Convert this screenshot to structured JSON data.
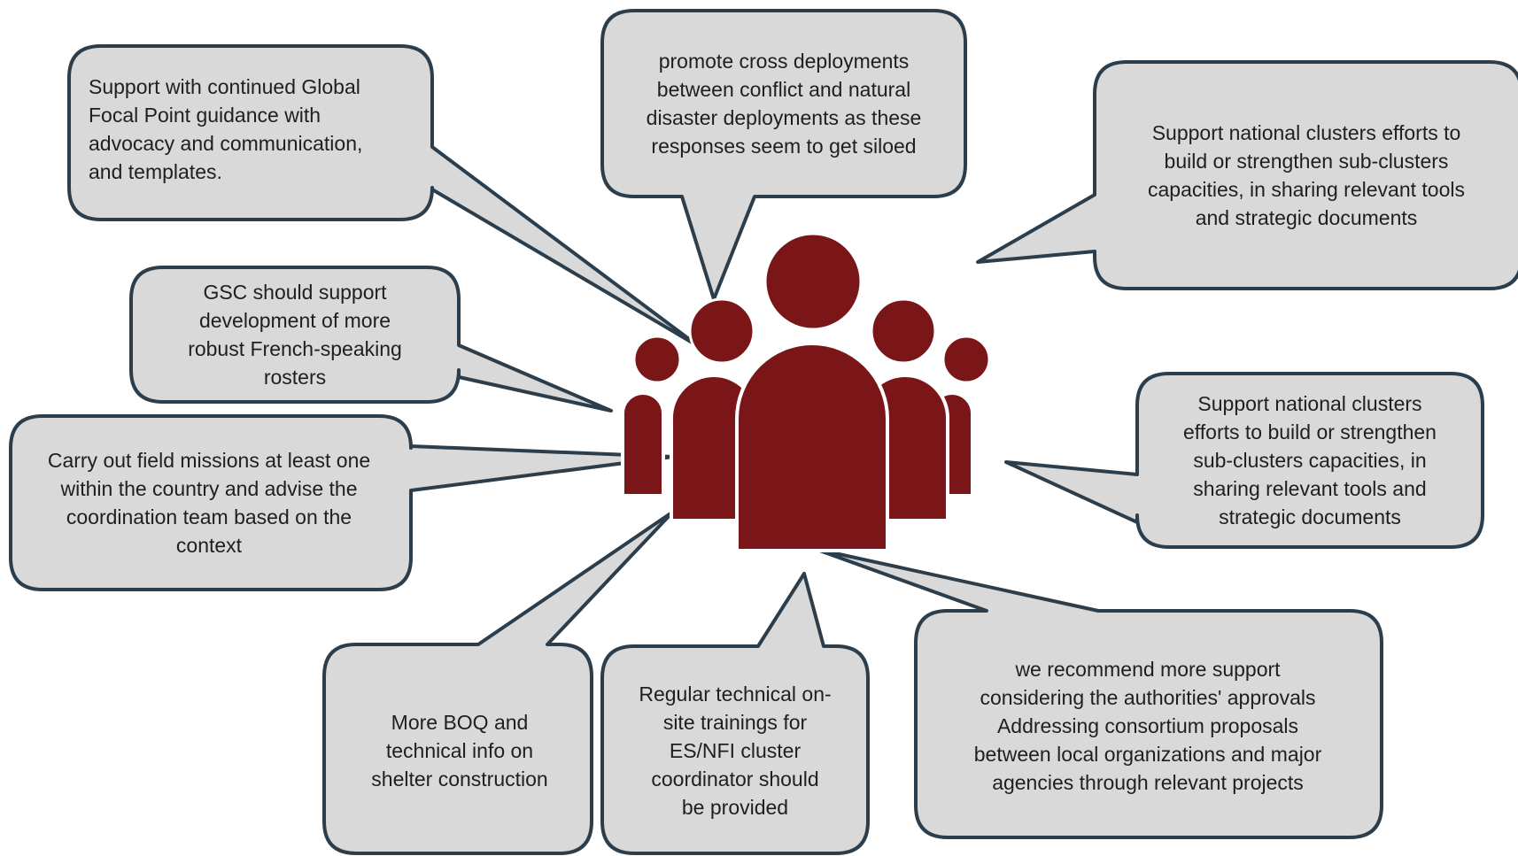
{
  "colors": {
    "bubble_fill": "#d9d9d9",
    "bubble_stroke": "#2c3e4c",
    "people_icon": "#7a1518"
  },
  "center": {
    "icon": "group-of-people-icon"
  },
  "bubbles": [
    {
      "id": "global-focal-point",
      "text": "Support with continued Global\nFocal Point guidance with\nadvocacy and communication,\nand templates."
    },
    {
      "id": "cross-deployments",
      "text": "promote cross deployments\nbetween  conflict and natural\ndisaster deployments as these\nresponses seem to get siloed"
    },
    {
      "id": "national-clusters-top",
      "text": "Support national clusters efforts to\nbuild or strengthen  sub-clusters\ncapacities, in sharing relevant tools\nand strategic documents"
    },
    {
      "id": "french-rosters",
      "text": "GSC should support\ndevelopment  of more\nrobust French-speaking\nrosters"
    },
    {
      "id": "field-missions",
      "text": "Carry out field missions at least one\nwithin the country and advise the\ncoordination team based on the\ncontext"
    },
    {
      "id": "national-clusters-right",
      "text": "Support national clusters\nefforts to build or strengthen\nsub-clusters capacities, in\nsharing relevant tools and\nstrategic documents"
    },
    {
      "id": "boq-info",
      "text": "More BOQ and\ntechnical info on\nshelter construction"
    },
    {
      "id": "onsite-trainings",
      "text": "Regular technical on-\nsite trainings for\nES/NFI cluster\ncoordinator should\nbe provided"
    },
    {
      "id": "more-support",
      "text": "we recommend  more support\nconsidering the authorities' approvals\nAddressing consortium proposals\nbetween  local organizations and major\nagencies through relevant projects"
    }
  ]
}
